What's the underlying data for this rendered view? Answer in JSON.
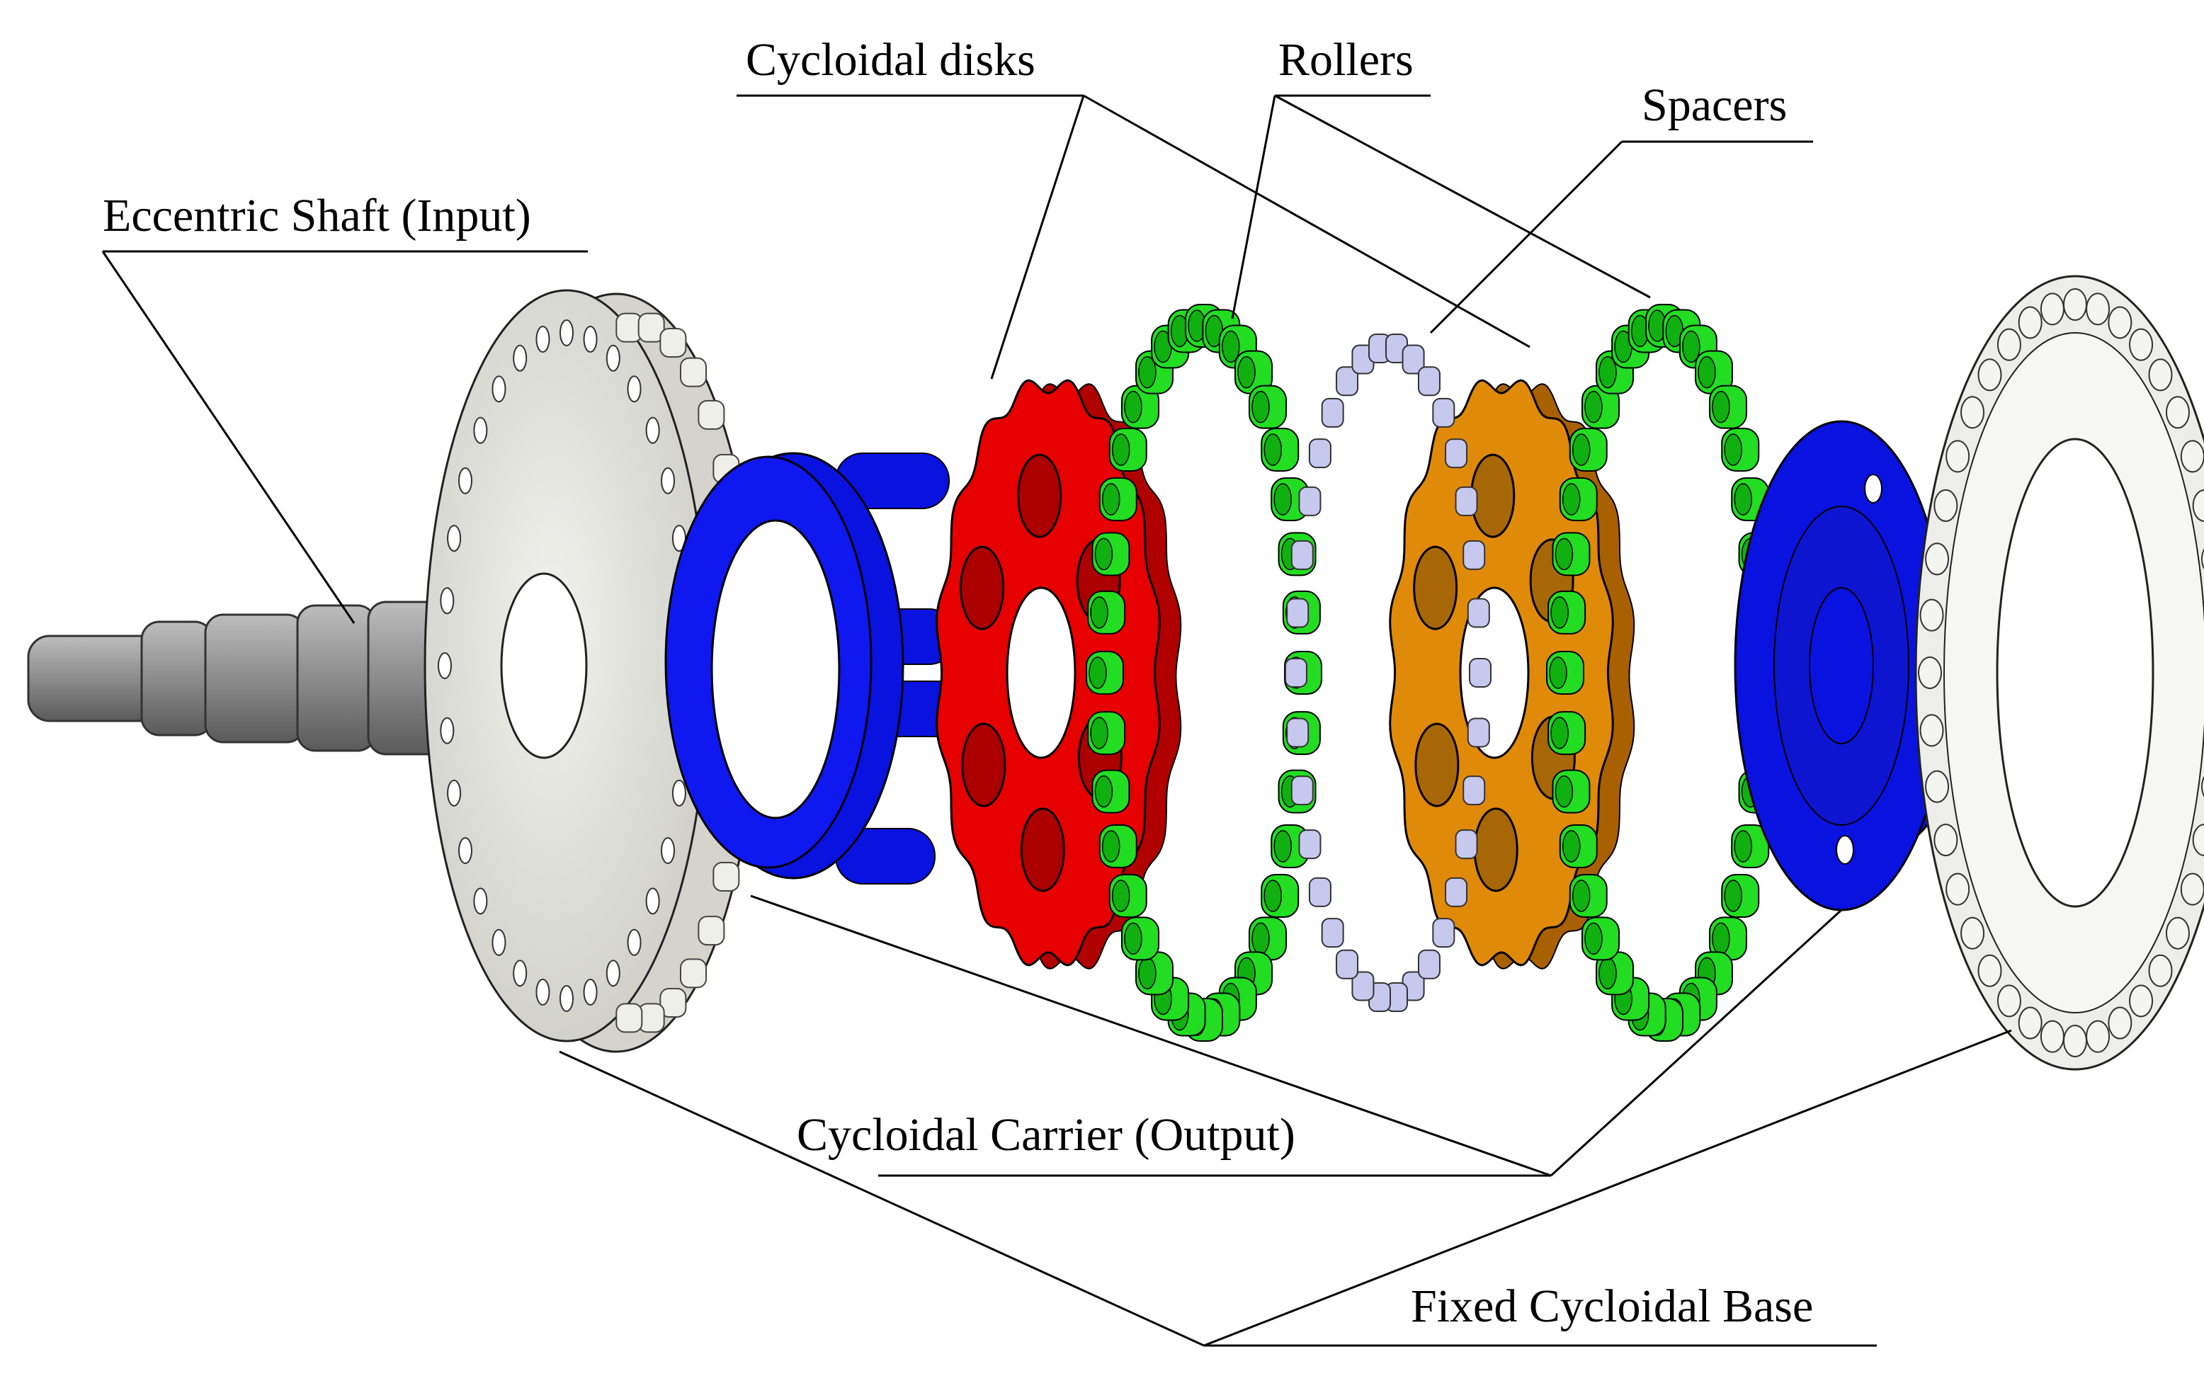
{
  "labels": {
    "eccentric_shaft": "Eccentric Shaft (Input)",
    "cycloidal_disks": "Cycloidal disks",
    "rollers": "Rollers",
    "spacers": "Spacers",
    "carrier": "Cycloidal Carrier (Output)",
    "base": "Fixed Cycloidal Base"
  },
  "colors": {
    "shaft": "#8a8a8a",
    "base_plate": "#e6e6e0",
    "carrier": "#0a12e0",
    "disk_1": "#e60000",
    "disk_2": "#e08a0a",
    "rollers": "#22dd22",
    "spacers": "#c6c8ee",
    "outline": "#000000"
  },
  "icons": [
    "eccentric-shaft-part",
    "fixed-base-plate",
    "carrier-part",
    "cycloidal-disk-part",
    "roller-ring-part",
    "spacer-ring-part",
    "base-housing-part"
  ]
}
